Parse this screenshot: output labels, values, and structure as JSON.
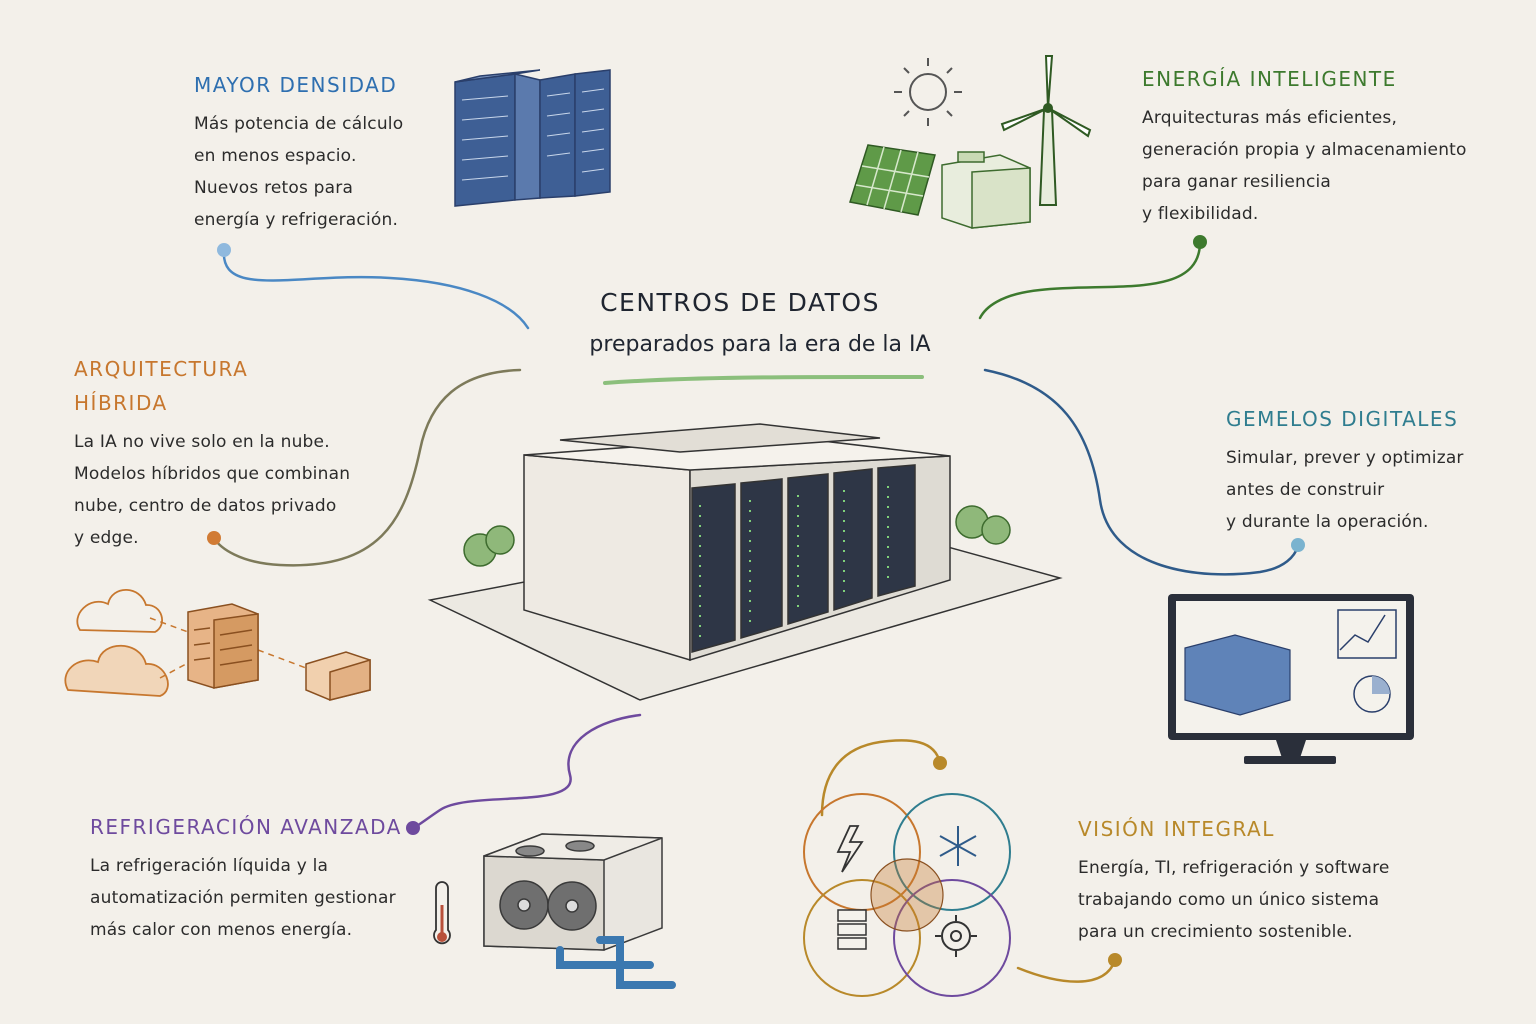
{
  "title": {
    "main": "CENTROS DE DATOS",
    "subtitle": "preparados para la era de la IA"
  },
  "sections": {
    "mayor_densidad": {
      "heading": "MAYOR DENSIDAD",
      "color": "#2e6fb0",
      "lines": [
        "Más potencia de cálculo",
        "en menos espacio.",
        "Nuevos retos para",
        "energía y refrigeración."
      ]
    },
    "energia_inteligente": {
      "heading": "ENERGÍA INTELIGENTE",
      "color": "#3d7a2e",
      "lines": [
        "Arquitecturas más eficientes,",
        "generación propia y almacenamiento",
        "para ganar resiliencia",
        "y flexibilidad."
      ]
    },
    "arquitectura_hibrida": {
      "heading_lines": [
        "ARQUITECTURA",
        "HÍBRIDA"
      ],
      "color": "#c7772e",
      "lines": [
        "La IA no vive solo en la nube.",
        "Modelos híbridos que combinan",
        "nube, centro de datos privado",
        "y edge."
      ]
    },
    "gemelos_digitales": {
      "heading": "GEMELOS DIGITALES",
      "color": "#2f7d8f",
      "lines": [
        "Simular, prever y optimizar",
        "antes de construir",
        "y durante la operación."
      ]
    },
    "refrigeracion_avanzada": {
      "heading": "REFRIGERACIÓN AVANZADA",
      "color": "#6e4a9e",
      "lines": [
        "La refrigeración líquida y la",
        "automatización permiten gestionar",
        "más calor con menos energía."
      ]
    },
    "vision_integral": {
      "heading": "VISIÓN INTEGRAL",
      "color": "#b8892a",
      "lines": [
        "Energía, TI, refrigeración y software",
        "trabajando como un único sistema",
        "para un crecimiento sostenible."
      ]
    }
  },
  "icons": [
    "server-rack-icon",
    "sun-icon",
    "solar-panel-icon",
    "battery-icon",
    "wind-turbine-icon",
    "cloud-icon",
    "edge-box-icon",
    "monitor-dashboard-icon",
    "thermometer-icon",
    "cooling-unit-icon",
    "lightning-icon",
    "snowflake-icon",
    "gear-icon",
    "server-icon",
    "data-center-building-icon"
  ]
}
